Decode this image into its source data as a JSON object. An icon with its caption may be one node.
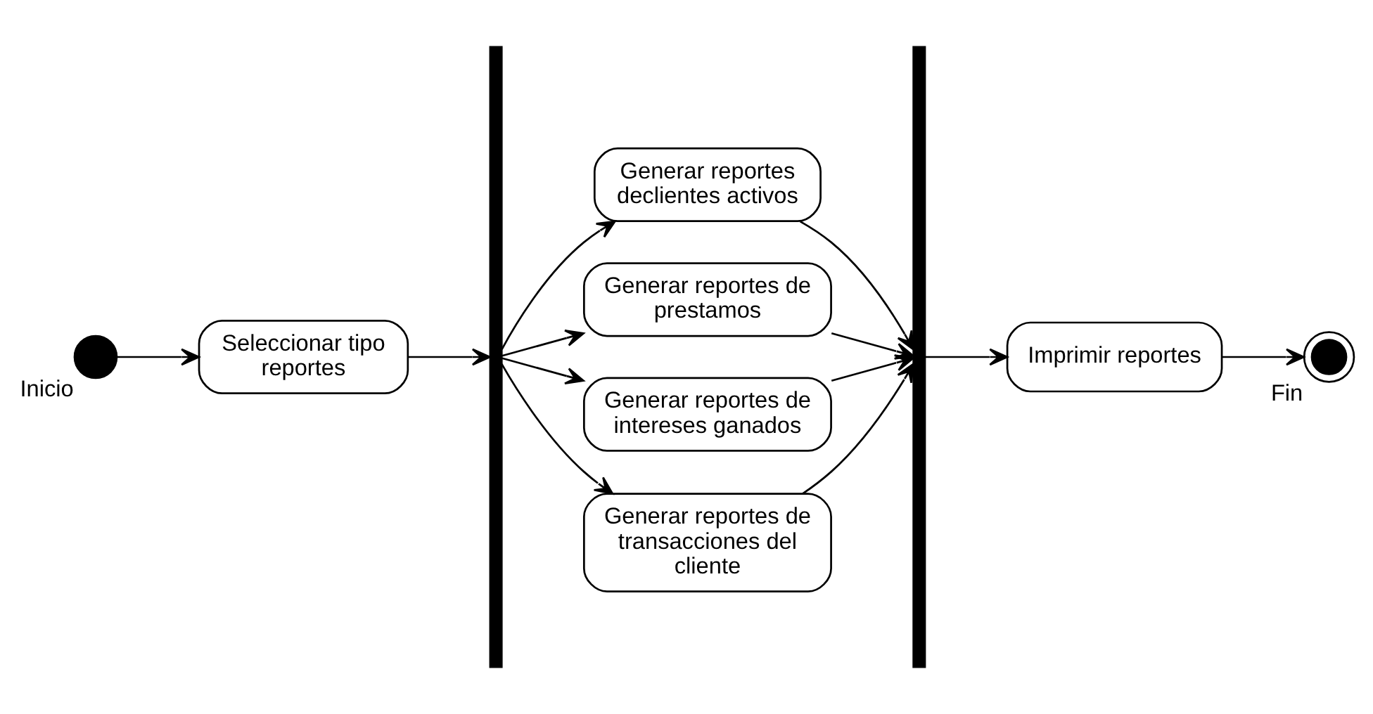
{
  "diagram": {
    "nodes": [
      {
        "text": [],
        "shape": "circle",
        "beside": [
          "Inicio"
        ]
      },
      {
        "text": [
          "Seleccionar tipo reportes"
        ]
      },
      {
        "text": [],
        "shape": "bar"
      },
      {
        "text": [
          "Generar reportes declientes activos"
        ]
      },
      {
        "text": [
          "Generar reportes de prestamos"
        ]
      },
      {
        "text": [
          "Generar reportes de intereses ganados"
        ]
      },
      {
        "text": [
          "Generar reportes de transacciones del cliente"
        ]
      },
      {
        "text": [],
        "shape": "bar"
      },
      {
        "text": [
          "Imprimir reportes"
        ]
      },
      {
        "text": [],
        "shape": "bullseye",
        "beside": [
          "Fin"
        ]
      }
    ],
    "edges": [
      {
        "from": 0,
        "to": 1,
        "arrow": "to"
      },
      {
        "from": 1,
        "to": 2,
        "arrow": "to"
      },
      {
        "from": 2,
        "to": 3,
        "arrow": "to"
      },
      {
        "from": 2,
        "to": 4,
        "arrow": "to"
      },
      {
        "from": 2,
        "to": 5,
        "arrow": "to"
      },
      {
        "from": 2,
        "to": 6,
        "arrow": "to"
      },
      {
        "from": 3,
        "to": 7,
        "arrow": "to"
      },
      {
        "from": 4,
        "to": 7,
        "arrow": "to"
      },
      {
        "from": 5,
        "to": 7,
        "arrow": "to"
      },
      {
        "from": 6,
        "to": 7,
        "arrow": "to"
      },
      {
        "from": 7,
        "to": 8,
        "arrow": "to"
      },
      {
        "from": 8,
        "to": 9,
        "arrow": "to"
      }
    ]
  }
}
